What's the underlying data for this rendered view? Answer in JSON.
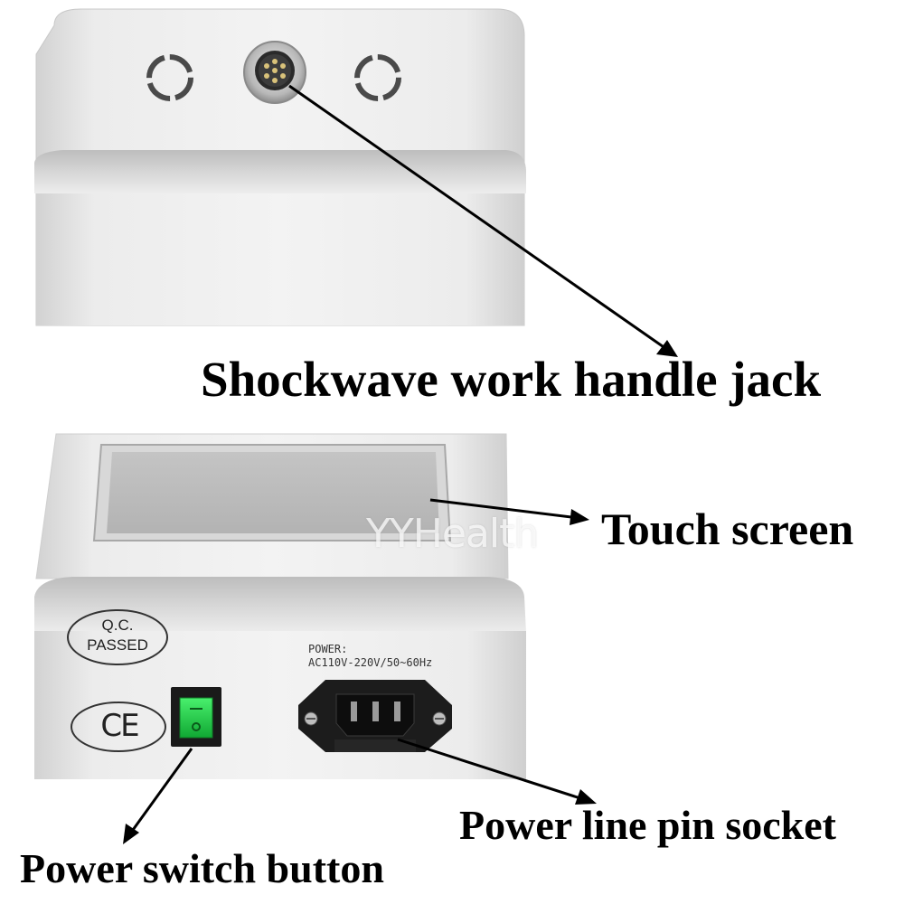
{
  "callouts": {
    "handle_jack": "Shockwave work handle jack",
    "touch_screen": "Touch screen",
    "power_socket": "Power line pin socket",
    "power_switch": "Power switch button"
  },
  "device_markings": {
    "qc_line1": "Q.C.",
    "qc_line2": "PASSED",
    "ce_mark": "CE",
    "power_label_line1": "POWER:",
    "power_label_line2": "AC110V-220V/50~60Hz"
  },
  "watermark": "YYHealth",
  "colors": {
    "device_body": "#e6e6e6",
    "device_band": "#c9c9c9",
    "screen": "#bdbdbd",
    "switch_green": "#1fd14a",
    "arrow": "#000000"
  }
}
